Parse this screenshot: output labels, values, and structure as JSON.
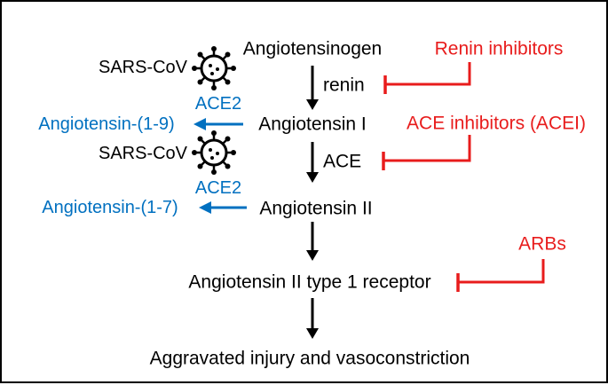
{
  "pathway": {
    "angiotensinogen": "Angiotensinogen",
    "renin": "renin",
    "angiotensin_i": "Angiotensin I",
    "ace": "ACE",
    "angiotensin_ii": "Angiotensin II",
    "at1_receptor": "Angiotensin II type 1 receptor",
    "outcome": "Aggravated injury and vasoconstriction"
  },
  "ace2_branch": {
    "virus_label_1": "SARS-CoV",
    "ace2_label_1": "ACE2",
    "product_1": "Angiotensin-(1-9)",
    "virus_label_2": "SARS-CoV",
    "ace2_label_2": "ACE2",
    "product_2": "Angiotensin-(1-7)"
  },
  "inhibitors": {
    "renin_inhibitors": "Renin inhibitors",
    "ace_inhibitors": "ACE inhibitors (ACEI)",
    "arbs": "ARBs"
  },
  "colors": {
    "main": "#000000",
    "ace2": "#0070c0",
    "inhibitor": "#e81c1c"
  },
  "icons": [
    "virus-icon",
    "virus-icon"
  ]
}
